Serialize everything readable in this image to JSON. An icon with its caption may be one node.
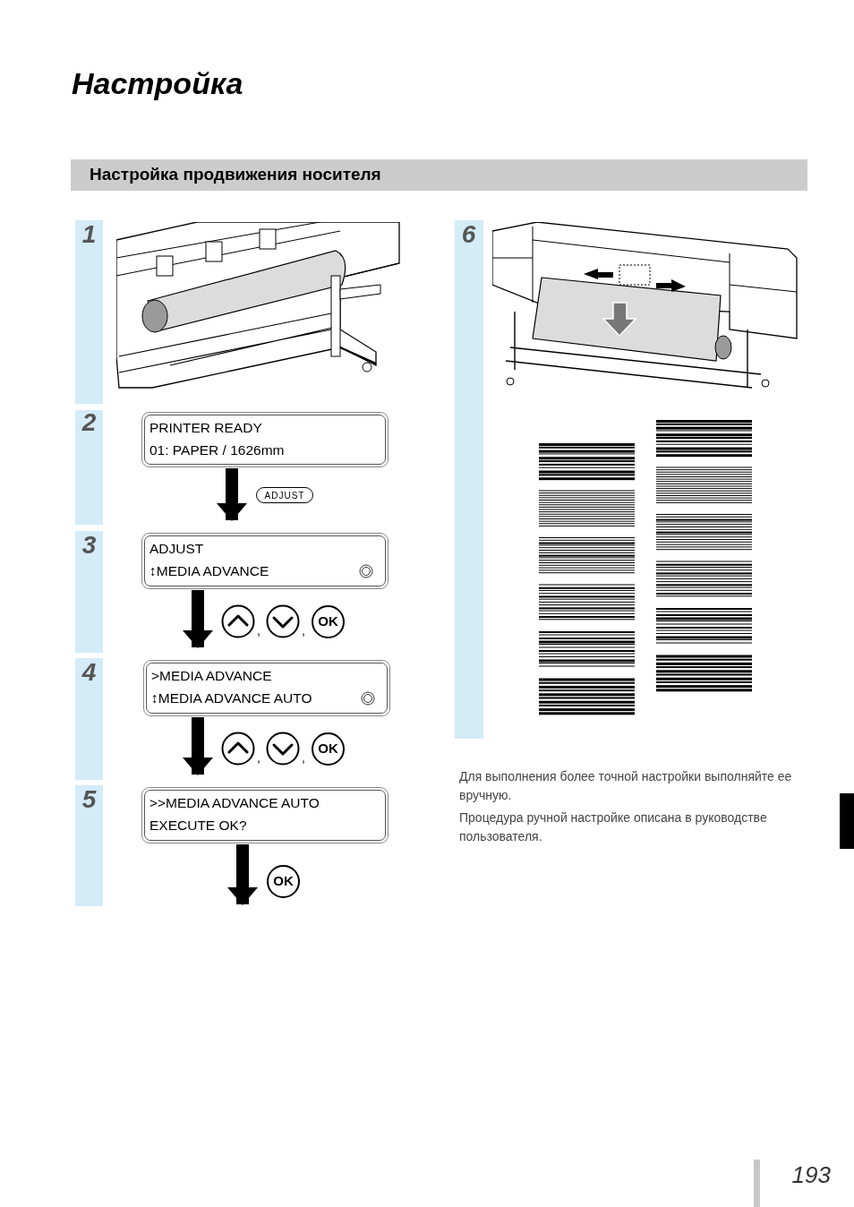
{
  "diagram": {
    "title": "Настройка",
    "nodes": [
      {
        "text": [
          "PRINTER READY",
          "01: PAPER / 1626mm"
        ]
      },
      {
        "text": [
          "ADJUST",
          "↕MEDIA ADVANCE"
        ]
      },
      {
        "text": [
          ">MEDIA ADVANCE",
          "↕MEDIA ADVANCE AUTO"
        ]
      },
      {
        "text": [
          ">>MEDIA ADVANCE AUTO",
          "EXECUTE OK?"
        ]
      }
    ],
    "edges": [
      {
        "from": 0,
        "to": 1,
        "arrow": "to"
      },
      {
        "from": 1,
        "to": 2,
        "arrow": "to"
      },
      {
        "from": 2,
        "to": 3,
        "arrow": "to"
      },
      {
        "from": 3,
        "to": null,
        "arrow": "to"
      }
    ],
    "labels": [
      "Настройка продвижения носителя",
      "1",
      "2",
      "ADJUST",
      "3",
      ",",
      ",",
      "OK",
      "4",
      ",",
      ",",
      "OK",
      "5",
      "OK",
      "6",
      "Для выполнения более точной настройки выполняйте ее вручную.",
      "Процедура ручной настройке описана в руководстве пользователя.",
      "193"
    ]
  }
}
